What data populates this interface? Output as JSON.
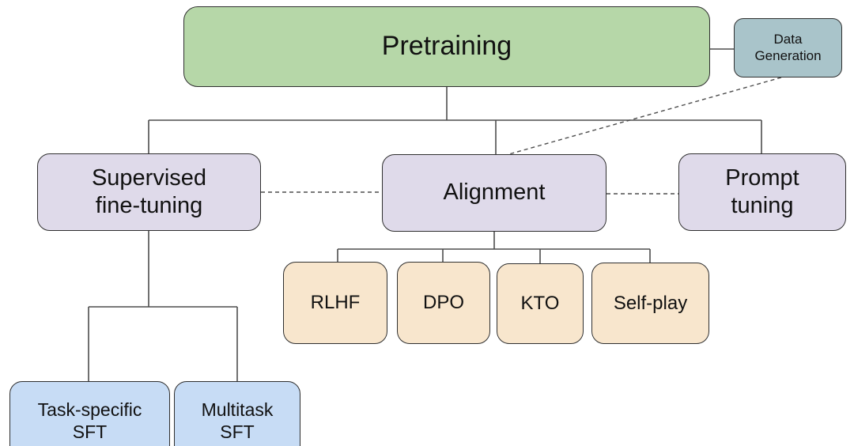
{
  "diagram": {
    "nodes": {
      "pretraining": {
        "label": "Pretraining"
      },
      "data_generation": {
        "label": "Data\nGeneration"
      },
      "supervised_fine_tuning": {
        "label": "Supervised\nfine-tuning"
      },
      "alignment": {
        "label": "Alignment"
      },
      "prompt_tuning": {
        "label": "Prompt\ntuning"
      },
      "rlhf": {
        "label": "RLHF"
      },
      "dpo": {
        "label": "DPO"
      },
      "kto": {
        "label": "KTO"
      },
      "self_play": {
        "label": "Self-play"
      },
      "task_specific_sft": {
        "label": "Task-specific\nSFT"
      },
      "multitask_sft": {
        "label": "Multitask\nSFT"
      }
    },
    "edges": [
      {
        "from": "Pretraining",
        "to": "Supervised fine-tuning",
        "style": "solid"
      },
      {
        "from": "Pretraining",
        "to": "Alignment",
        "style": "solid"
      },
      {
        "from": "Pretraining",
        "to": "Prompt tuning",
        "style": "solid"
      },
      {
        "from": "Pretraining",
        "to": "Data Generation",
        "style": "solid"
      },
      {
        "from": "Data Generation",
        "to": "Alignment",
        "style": "dashed"
      },
      {
        "from": "Supervised fine-tuning",
        "to": "Alignment",
        "style": "dashed"
      },
      {
        "from": "Alignment",
        "to": "Prompt tuning",
        "style": "dashed"
      },
      {
        "from": "Alignment",
        "to": "RLHF",
        "style": "solid"
      },
      {
        "from": "Alignment",
        "to": "DPO",
        "style": "solid"
      },
      {
        "from": "Alignment",
        "to": "KTO",
        "style": "solid"
      },
      {
        "from": "Alignment",
        "to": "Self-play",
        "style": "solid"
      },
      {
        "from": "Supervised fine-tuning",
        "to": "Task-specific SFT",
        "style": "solid"
      },
      {
        "from": "Supervised fine-tuning",
        "to": "Multitask SFT",
        "style": "solid"
      }
    ]
  },
  "colors": {
    "pretraining_bg": "#b6d7a8",
    "data_generation_bg": "#a9c4ca",
    "stage_bg": "#dfdaea",
    "method_bg": "#f8e6cd",
    "sft_type_bg": "#c7dcf5",
    "node_border": "#2f2f2f",
    "connector": "#4d4d4d",
    "text": "#111111"
  }
}
